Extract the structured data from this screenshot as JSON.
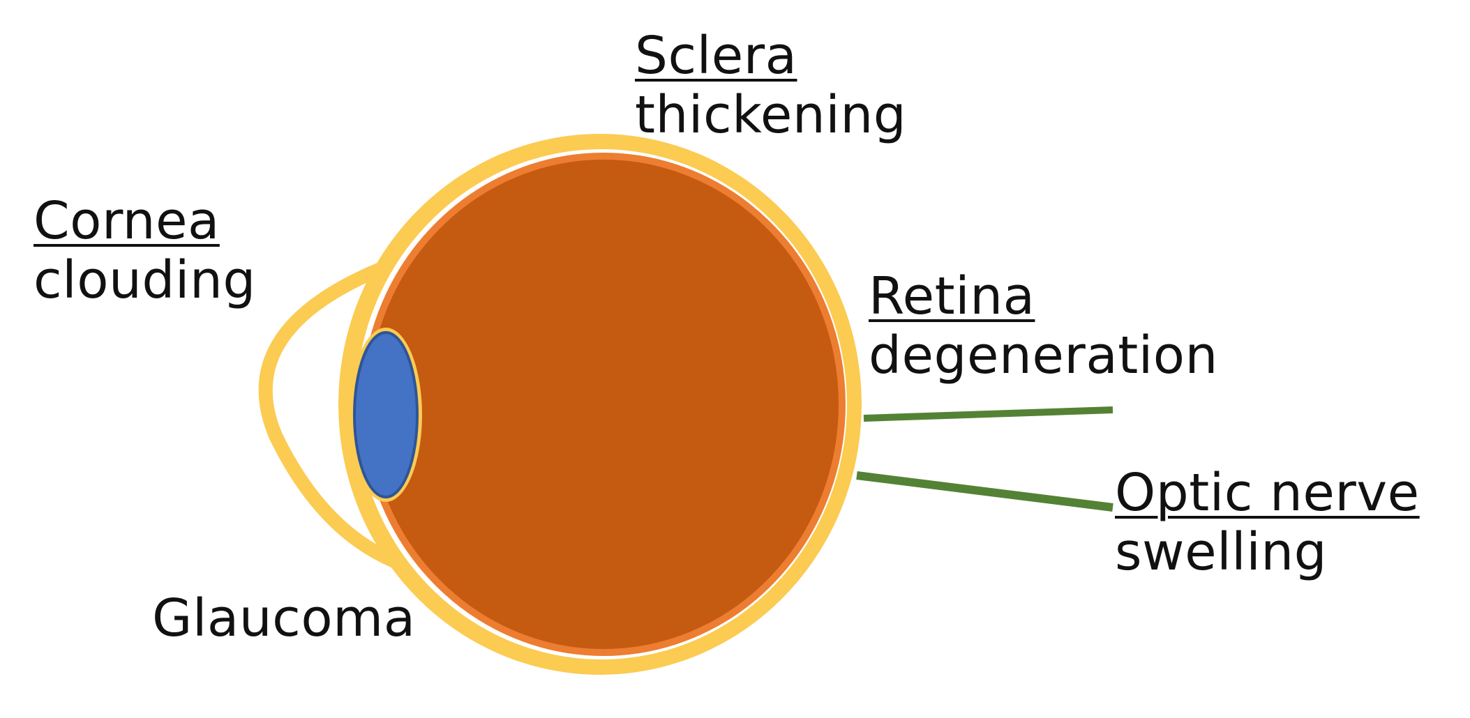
{
  "colors": {
    "sclera": "#FBCB52",
    "globe_outline": "#ED7D31",
    "globe": "#C55A11",
    "lens": "#4472C4",
    "lens_outline": "#2F5597",
    "nerve": "#548235",
    "text": "#111111",
    "background": "#FFFFFF"
  },
  "labels": {
    "sclera": {
      "heading": "Sclera",
      "detail": "thickening"
    },
    "cornea": {
      "heading": "Cornea",
      "detail": "clouding"
    },
    "retina": {
      "heading": "Retina",
      "detail": "degeneration"
    },
    "optic_nerve": {
      "heading": "Optic nerve",
      "detail": "swelling"
    },
    "glaucoma": {
      "text": "Glaucoma"
    }
  }
}
